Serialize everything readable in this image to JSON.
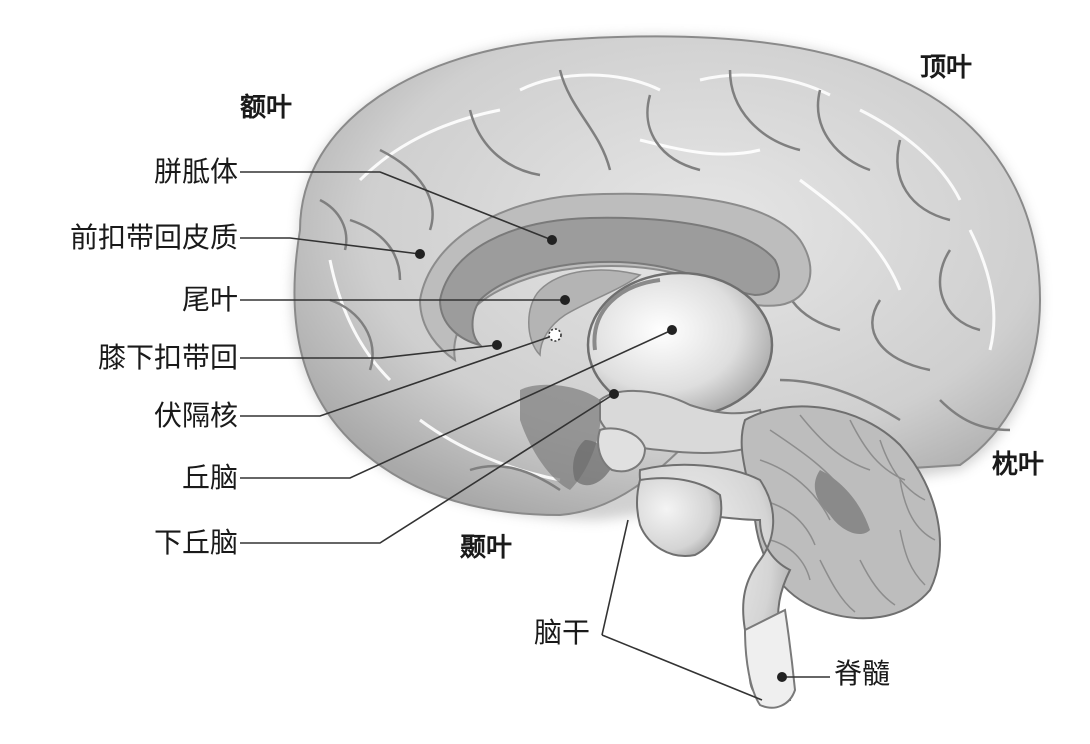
{
  "lobes": {
    "frontal": "额叶",
    "parietal": "顶叶",
    "occipital": "枕叶",
    "temporal": "颞叶"
  },
  "structures": {
    "corpus_callosum": "胼胝体",
    "anterior_cingulate": "前扣带回皮质",
    "caudate": "尾叶",
    "subgenual_cingulate": "膝下扣带回",
    "nucleus_accumbens": "伏隔核",
    "thalamus": "丘脑",
    "hypothalamus": "下丘脑",
    "brainstem": "脑干",
    "spinal_cord": "脊髓"
  }
}
